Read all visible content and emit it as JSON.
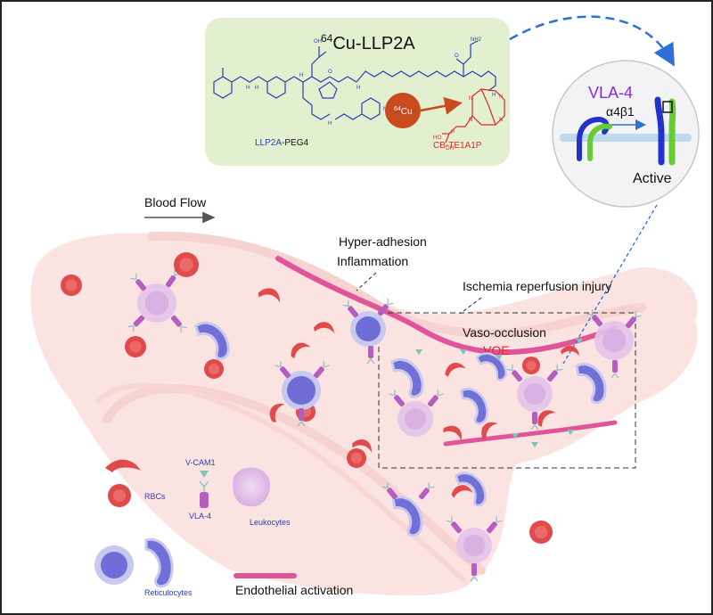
{
  "title": {
    "prefix": "64",
    "name": "Cu-LLP2A"
  },
  "molecule_labels": {
    "llp2a": "LLP2A",
    "peg_suffix": "-PEG4",
    "chelator": "CB-TE1A1P",
    "cu_prefix": "64",
    "cu_element": "Cu",
    "atoms": {
      "oh": "OH",
      "nh2": "NH2",
      "o": "O",
      "n": "N",
      "p": "P",
      "ho": "HO",
      "h": "H"
    }
  },
  "inset": {
    "vla4": "VLA-4",
    "integrin": "α4β1",
    "state": "Active"
  },
  "labels": {
    "blood_flow": "Blood Flow",
    "hyper_adhesion": "Hyper-adhesion",
    "inflammation": "Inflammation",
    "ischemia": "Ischemia reperfusion injury",
    "vaso_occlusion": "Vaso-occlusion",
    "voe": "VOE"
  },
  "legend": {
    "rbcs": "RBCs",
    "vcam1": "V-CAM1",
    "vla4": "VLA-4",
    "leukocytes": "Leukocytes",
    "reticulocytes": "Reticulocytes",
    "endothelial": "Endothelial activation"
  },
  "colors": {
    "green_panel": "#e2f0cf",
    "blue_text": "#2a3fb8",
    "red_text": "#e0262a",
    "copper": "#c94a1c",
    "vessel": "#fbe3e1",
    "rbc": "#e04a4a",
    "reticulocyte": "#6e6ed6",
    "leukocyte": "#e3c3ea",
    "endothelium": "#e0559a",
    "vla4": "#b45fbf",
    "vcam": "#7fc4bb",
    "purple": "#8a2be2",
    "dashed_blue": "#2e6fd8"
  }
}
